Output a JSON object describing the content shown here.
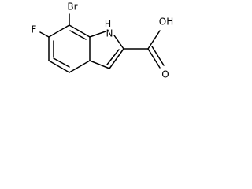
{
  "labels": {
    "bromine": "Br",
    "fluorine": "F",
    "nitrogen_h": "H",
    "nitrogen": "N",
    "hydroxyl": "OH",
    "carbonyl_oxygen": "O"
  },
  "colors": {
    "bond": "#000000",
    "label": "#000000",
    "background": "#ffffff"
  }
}
